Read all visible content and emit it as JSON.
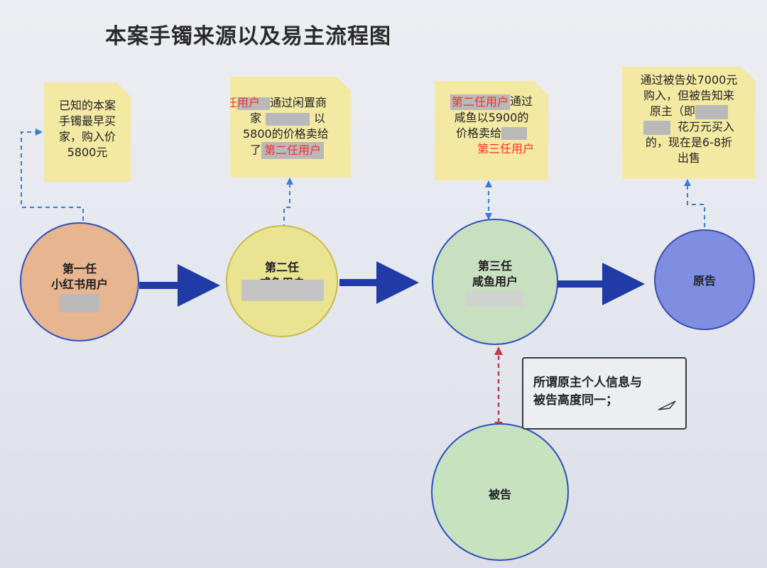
{
  "title": "本案手镯来源以及易主流程图",
  "notes": {
    "n1": {
      "lines": [
        "已知的本案",
        "手镯最早买",
        "家，购入价",
        "5800元"
      ]
    },
    "n2": {
      "l1_red": "第一任用户",
      "l1": "通过闲置商",
      "l2a": "家",
      "l2b": "以",
      "l3": "5800的价格卖给",
      "l4a": "了",
      "l4_red": "第二任用户"
    },
    "n3": {
      "l1_red": "第二任用户",
      "l1": "通过",
      "l2": "咸鱼以5900的",
      "l3": "价格卖给",
      "l4_red": "第三任用户"
    },
    "n4": {
      "l1": "通过被告处7000元",
      "l2": "购入，但被告知来",
      "l3a": "原主（即",
      "l4": "花万元买入",
      "l5": "的，现在是6-8折",
      "l6": "出售"
    }
  },
  "nodes": {
    "first": {
      "line1": "第一任",
      "line2": "小红书用户"
    },
    "second": {
      "line1": "第二任",
      "line2": "咸鱼用户"
    },
    "third": {
      "line1": "第三任",
      "line2": "咸鱼用户"
    },
    "plaintiff": {
      "line1": "原告"
    },
    "defendant": {
      "line1": "被告"
    }
  },
  "callout": {
    "line1": "所谓原主个人信息与",
    "line2": "被告高度同一；"
  },
  "colors": {
    "first": "#e8b591",
    "second": "#e9e392",
    "third": "#c8dfc0",
    "plaintiff": "#7f8ee0",
    "defendant": "#c7e2bf",
    "arrow": "#203aa6",
    "dashed_blue": "#3a7ad8",
    "dashed_red": "#c43a4a",
    "note_bg": "#f3e9a3"
  }
}
